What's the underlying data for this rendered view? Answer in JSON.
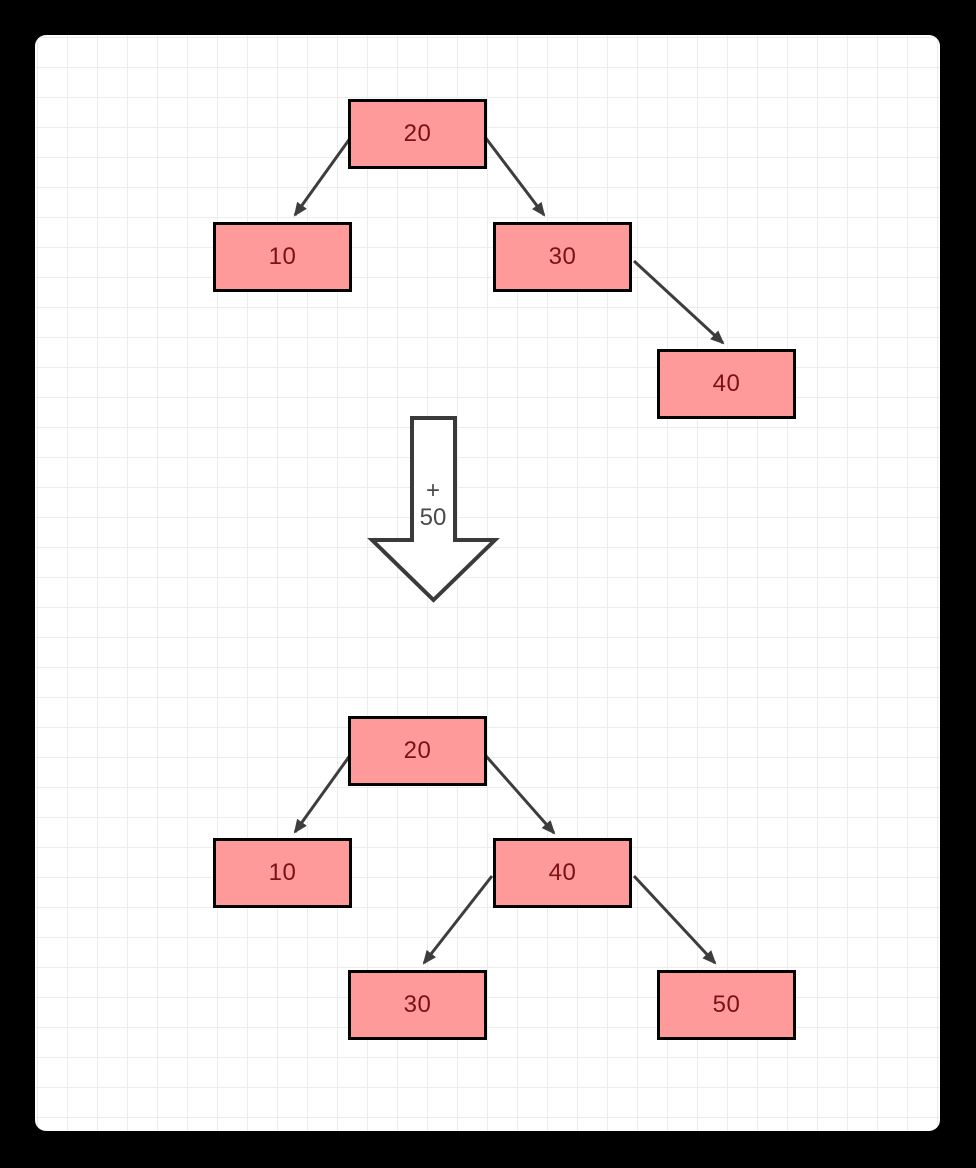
{
  "diagram": {
    "description": "Binary search tree before and after inserting 50",
    "colors": {
      "outer_background": "#000000",
      "canvas_background": "#ffffff",
      "grid_line": "#ececec",
      "node_fill": "#ff9a9a",
      "node_border": "#000000",
      "node_text": "#7c1111",
      "edge_stroke": "#3d3d3d",
      "big_arrow_fill": "#ffffff",
      "big_arrow_stroke": "#3a3a3a",
      "big_arrow_text": "#4a4a4a"
    }
  },
  "before_tree": {
    "nodes": [
      {
        "id": "before-20",
        "label": "20"
      },
      {
        "id": "before-10",
        "label": "10"
      },
      {
        "id": "before-30",
        "label": "30"
      },
      {
        "id": "before-40",
        "label": "40"
      }
    ],
    "edges": [
      {
        "from": "20",
        "to": "10"
      },
      {
        "from": "20",
        "to": "30"
      },
      {
        "from": "30",
        "to": "40"
      }
    ]
  },
  "operation": {
    "plus_label": "+",
    "value_label": "50"
  },
  "after_tree": {
    "nodes": [
      {
        "id": "after-20",
        "label": "20"
      },
      {
        "id": "after-10",
        "label": "10"
      },
      {
        "id": "after-40",
        "label": "40"
      },
      {
        "id": "after-30",
        "label": "30"
      },
      {
        "id": "after-50",
        "label": "50"
      }
    ],
    "edges": [
      {
        "from": "20",
        "to": "10"
      },
      {
        "from": "20",
        "to": "40"
      },
      {
        "from": "40",
        "to": "30"
      },
      {
        "from": "40",
        "to": "50"
      }
    ]
  }
}
